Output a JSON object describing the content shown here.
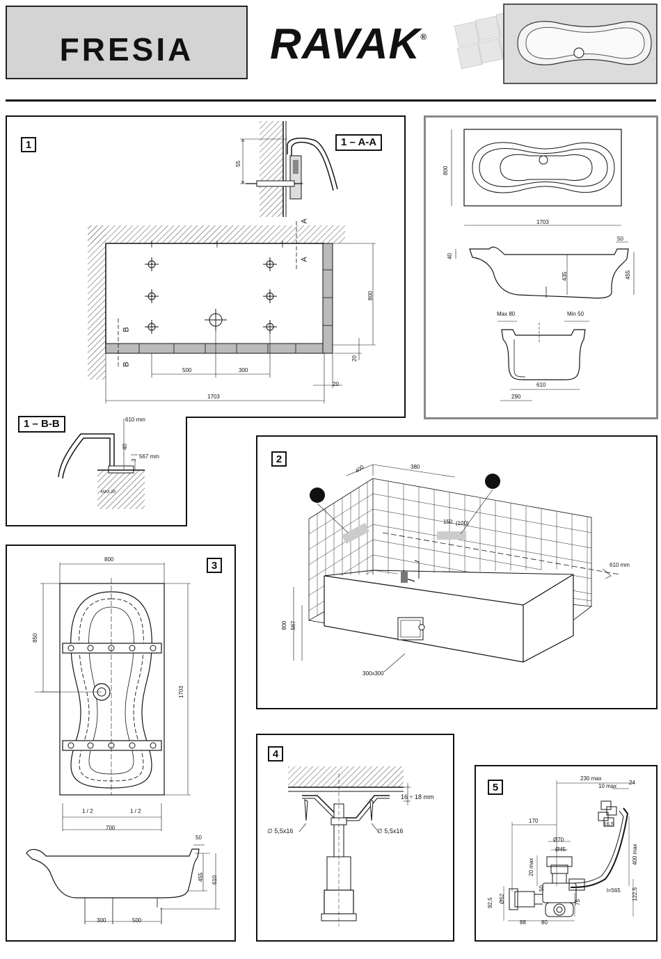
{
  "header": {
    "product_name": "FRESIA",
    "brand": "RAVAK",
    "brand_mark": "®"
  },
  "panel1": {
    "badge": "1",
    "section_aa": "1 – A-A",
    "section_bb": "1 – B-B",
    "dims": {
      "d55": "55",
      "d800": "800",
      "d20a": "20",
      "d20b": "20",
      "d500": "500",
      "d300": "300",
      "d1703": "1703",
      "label_a_top": "A",
      "label_a_bottom": "A",
      "label_b_top": "B",
      "label_b_bottom": "B"
    },
    "bb_dims": {
      "d610": "610 mm",
      "d40": "40",
      "d567": "567 mm",
      "d3": "3",
      "max20": "MAX 20"
    }
  },
  "panel_overview": {
    "d800": "800",
    "d1703": "1703",
    "d50": "50",
    "d40": "40",
    "d435": "435",
    "d455": "455",
    "max80": "Max 80",
    "min50": "Min 50",
    "d610": "610",
    "d290": "290"
  },
  "panel2": {
    "badge": "2",
    "d400": "400",
    "d380": "380",
    "d150": "150",
    "d100": "(100)",
    "d610": "610 mm",
    "d800": "800",
    "d567": "567",
    "d300x300": "300x300"
  },
  "panel3": {
    "badge": "3",
    "d800": "800",
    "d850": "850",
    "d1703": "1703",
    "half_left": "1 / 2",
    "half_right": "1 / 2",
    "d700": "700",
    "d50": "50",
    "d455": "455",
    "d610": "610",
    "d300": "300",
    "d500": "500"
  },
  "panel4": {
    "badge": "4",
    "d16_18": "16 ÷ 18 mm",
    "screw_left": "∅ 5,5x16",
    "screw_right": "∅ 5,5x16"
  },
  "panel5": {
    "badge": "5",
    "d230max": "230 max",
    "d10max": "10 max",
    "d24": "24",
    "d170": "170",
    "d16_5": "16,5",
    "d70": "Ø70",
    "d45": "Ø45",
    "d400max": "400 max",
    "d20max": "20 max",
    "d50": "50",
    "d92_5": "92,5",
    "d52": "Ø52",
    "l565": "l=565",
    "d75": "75",
    "d122_5": "122,5",
    "d88": "88",
    "d80": "80"
  }
}
